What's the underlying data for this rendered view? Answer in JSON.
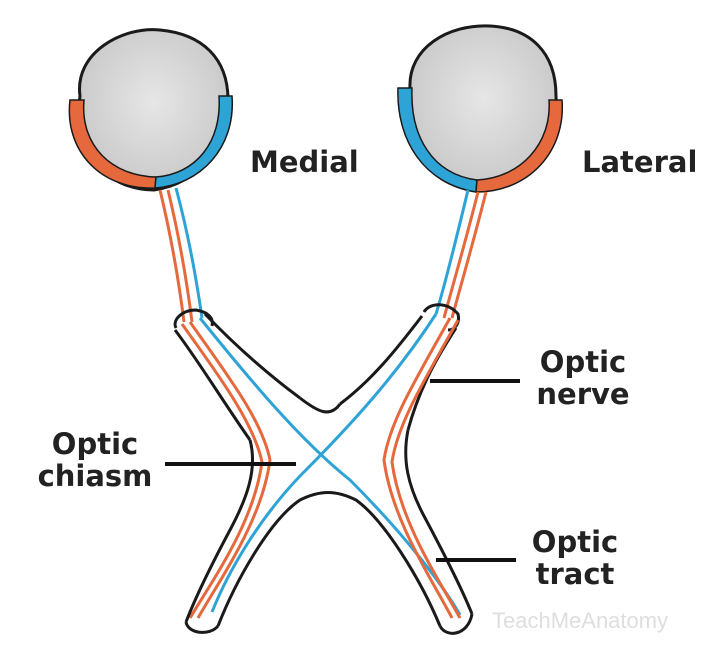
{
  "labels": {
    "medial": "Medial",
    "lateral": "Lateral",
    "optic_nerve_line1": "Optic",
    "optic_nerve_line2": "nerve",
    "optic_chiasm_line1": "Optic",
    "optic_chiasm_line2": "chiasm",
    "optic_tract_line1": "Optic",
    "optic_tract_line2": "tract"
  },
  "watermark": "TeachMeAnatomy",
  "colors": {
    "nasal_fibres": "#2ea3d6",
    "temporal_fibres": "#e5693c",
    "eyeball": "#d4d4d4",
    "outline": "#1a1a1a",
    "leader_line": "#111111"
  }
}
